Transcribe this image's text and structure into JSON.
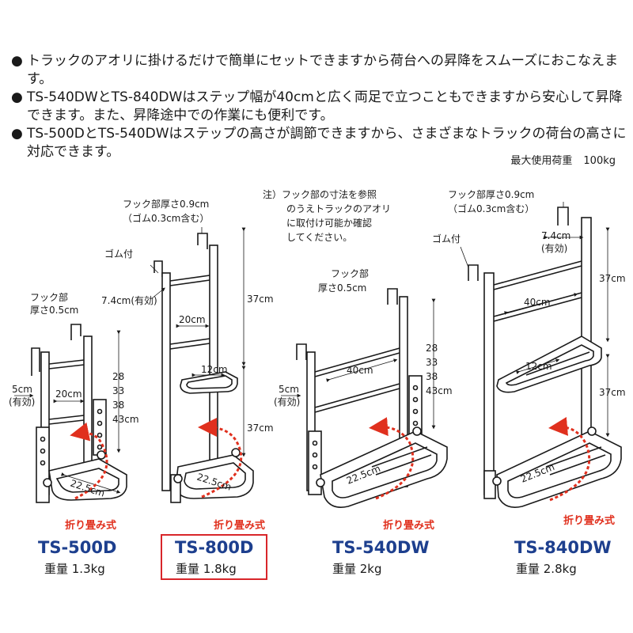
{
  "bullets": [
    "トラックのアオリに掛けるだけで簡単にセットできますから荷台への昇降をスムーズにおこなえます。",
    "TS-540DWとTS-840DWはステップ幅が40cmと広く両足で立つこともできますから安心して昇降できます。また、昇降途中での作業にも便利です。",
    "TS-500DとTS-540DWはステップの高さが調節できますから、さまざまなトラックの荷台の高さに対応できます。"
  ],
  "max_load": {
    "label": "最大使用荷重",
    "value": "100kg"
  },
  "note": [
    "注）フック部の寸法を参照",
    "のうえトラックのアオリ",
    "に取付け可能か確認",
    "してください。"
  ],
  "fold_label": "折り畳み式",
  "products": [
    {
      "model": "TS-500D",
      "weight": "重量 1.3kg",
      "labels": {
        "hook": [
          "フック部",
          "厚さ0.5cm"
        ],
        "depth": [
          "5cm",
          "(有効)"
        ],
        "width": "20cm",
        "heights": [
          "28",
          "33",
          "38",
          "43cm"
        ],
        "step": "22.5cm"
      }
    },
    {
      "model": "TS-800D",
      "weight": "重量 1.8kg",
      "labels": {
        "hook": [
          "フック部厚さ0.9cm",
          "（ゴム0.3cm含む）"
        ],
        "rubber": "ゴム付",
        "depth": "7.4cm(有効)",
        "width": "20cm",
        "upper": "37cm",
        "lower": "37cm",
        "step_inner": "12cm",
        "step": "22.5cm"
      }
    },
    {
      "model": "TS-540DW",
      "weight": "重量 2kg",
      "labels": {
        "hook": [
          "フック部",
          "厚さ0.5cm"
        ],
        "depth": [
          "5cm",
          "(有効)"
        ],
        "width": "40cm",
        "heights": [
          "28",
          "33",
          "38",
          "43cm"
        ],
        "step": "22.5cm"
      }
    },
    {
      "model": "TS-840DW",
      "weight": "重量 2.8kg",
      "labels": {
        "hook": [
          "フック部厚さ0.9cm",
          "（ゴム0.3cm含む）"
        ],
        "rubber": "ゴム付",
        "depth": [
          "7.4cm",
          "(有効)"
        ],
        "width": "40cm",
        "upper": "37cm",
        "lower": "37cm",
        "step_inner": "12cm",
        "step": "22.5cm"
      }
    }
  ]
}
